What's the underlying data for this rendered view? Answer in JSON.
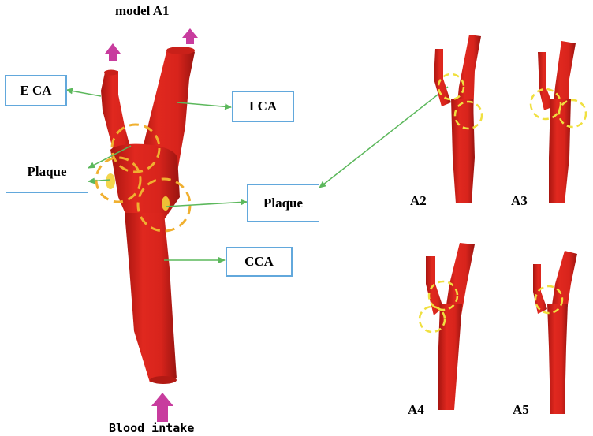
{
  "title": "model A1",
  "labels": {
    "eca": "E CA",
    "ica": "I CA",
    "plaque_left": "Plaque",
    "plaque_right": "Plaque",
    "cca": "CCA",
    "blood_intake": "Blood intake"
  },
  "variants": [
    {
      "id": "a2",
      "label": "A2"
    },
    {
      "id": "a3",
      "label": "A3"
    },
    {
      "id": "a4",
      "label": "A4"
    },
    {
      "id": "a5",
      "label": "A5"
    }
  ],
  "colors": {
    "vessel": "#d8261e",
    "vessel_shadow": "#9a1410",
    "box_border": "#62a8dc",
    "arrow_green": "#5cb85c",
    "flow_arrow": "#c83c9e",
    "plaque_circle_main": "#f0b030",
    "plaque_circle_variant": "#f0e040"
  }
}
